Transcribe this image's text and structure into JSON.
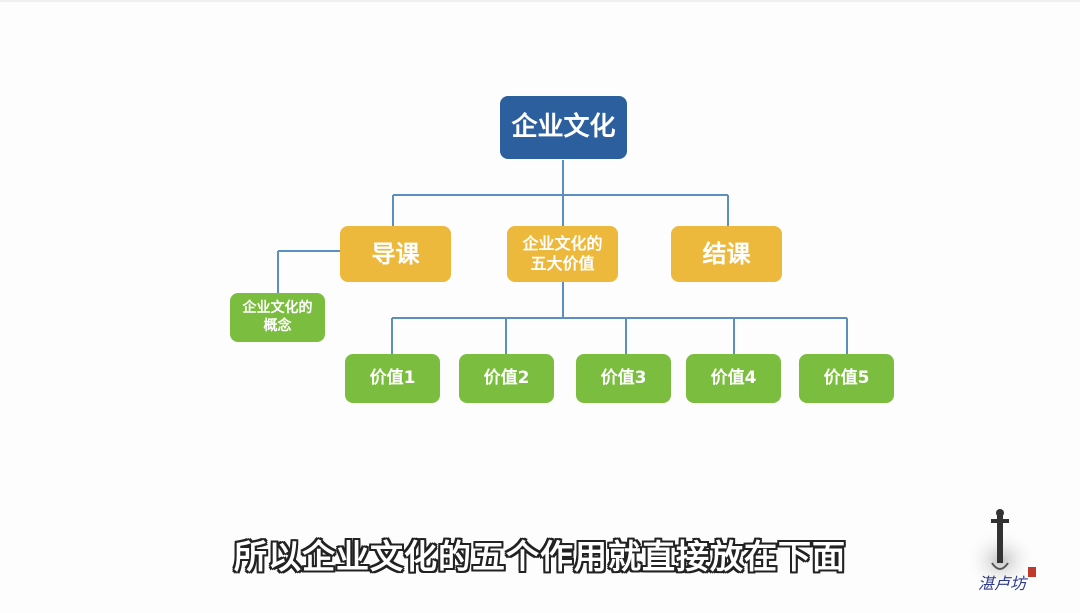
{
  "diagram": {
    "root": "企业文化",
    "level1": [
      {
        "id": "intro",
        "label": "导课"
      },
      {
        "id": "values",
        "label": "企业文化的\n五大价值"
      },
      {
        "id": "close",
        "label": "结课"
      }
    ],
    "intro_child": "企业文化的\n概念",
    "values_children": [
      "价值1",
      "价值2",
      "价值3",
      "价值4",
      "价值5"
    ]
  },
  "subtitle": "所以企业文化的五个作用就直接放在下面",
  "logo": {
    "text": "湛卢坊"
  },
  "colors": {
    "root": "#2c5f9e",
    "yellow": "#ecb93d",
    "green": "#7bbd3f",
    "connector": "#5b8fbf"
  }
}
